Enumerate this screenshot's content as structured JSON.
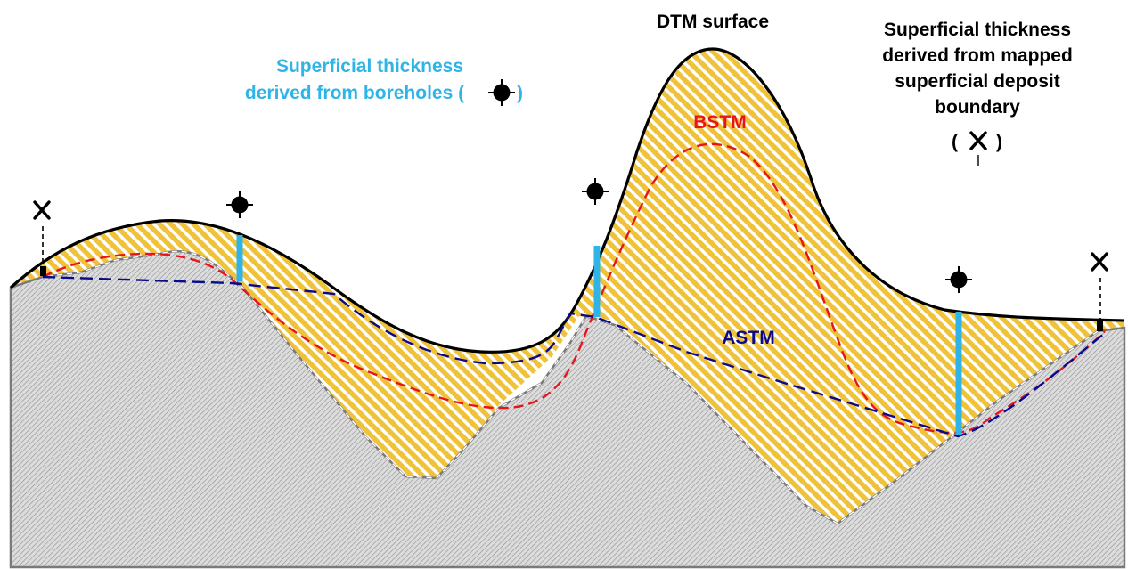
{
  "labels": {
    "dtm_surface": "DTM surface",
    "borehole_title_line1": "Superficial thickness",
    "borehole_title_line2": "derived from boreholes (",
    "borehole_title_close": ")",
    "mapped_line1": "Superficial thickness",
    "mapped_line2": "derived from mapped",
    "mapped_line3": "superficial deposit",
    "mapped_line4": "boundary",
    "mapped_paren_open": "(",
    "mapped_paren_close": ")",
    "bstm": "BSTM",
    "astm": "ASTM"
  },
  "colors": {
    "borehole_text": "#2eb4e6",
    "bstm": "#e8141c",
    "astm": "#0a0a8c",
    "deposit_fill": "#f0c23a",
    "bedrock_fill": "#c9c9c9",
    "thickness_bar": "#2eb4e6"
  },
  "icons": {
    "borehole": "borehole-crosshair-icon",
    "mapped_boundary": "x-marker-icon"
  }
}
